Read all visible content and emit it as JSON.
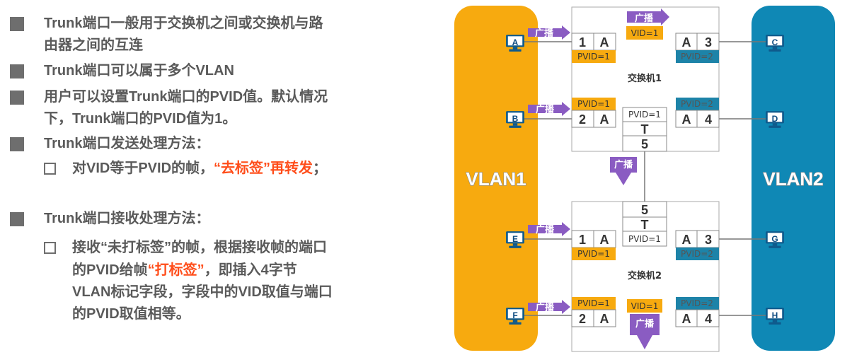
{
  "bullets": [
    {
      "kind": "square",
      "lines": [
        "Trunk端口一般用于交换机之间或交换机与路",
        "由器之间的互连"
      ]
    },
    {
      "kind": "square",
      "lines": [
        "Trunk端口可以属于多个VLAN"
      ]
    },
    {
      "kind": "square",
      "lines": [
        "用户可以设置Trunk端口的PVID值。默认情况",
        "下，Trunk端口的PVID值为1。"
      ]
    },
    {
      "kind": "square",
      "lines": [
        "Trunk端口发送处理方法："
      ]
    },
    {
      "kind": "box",
      "parts": [
        "对VID等于PVID的帧，",
        "“去标签”再转发",
        "；"
      ]
    },
    {
      "kind": "square",
      "lines": [
        "Trunk端口接收处理方法："
      ]
    },
    {
      "kind": "box",
      "l1": "接收“未打标签”的帧，根据接收帧的端口",
      "l2a": "的PVID给帧",
      "l2b": "“打标签”",
      "l2c": "，即插入4字节",
      "l3": "VLAN标记字段，字段中的VID取值与端口",
      "l4": "的PVID取值相等。"
    }
  ],
  "diagram": {
    "vlan1": "VLAN1",
    "vlan2": "VLAN2",
    "broadcast": "广播",
    "switch1": "交换机1",
    "switch2": "交换机2",
    "tag_vid": "VID=1",
    "pvid1": "PVID=1",
    "pvid2": "PVID=2",
    "trunk_mode": "T",
    "trunk_port": "5",
    "access_mode": "A",
    "ports": [
      "1",
      "2",
      "3",
      "4"
    ],
    "pcs": [
      "A",
      "B",
      "C",
      "D",
      "E",
      "F",
      "G",
      "H"
    ]
  },
  "colors": {
    "vlan1": "#f7aa0f",
    "vlan2": "#0f88b5",
    "broadcast": "#8a5cc2",
    "pvid1_fill": "#f7aa0f",
    "pvid2_fill": "#1d83a8",
    "highlight": "#ff4d1a",
    "text": "#5a5a5a"
  }
}
